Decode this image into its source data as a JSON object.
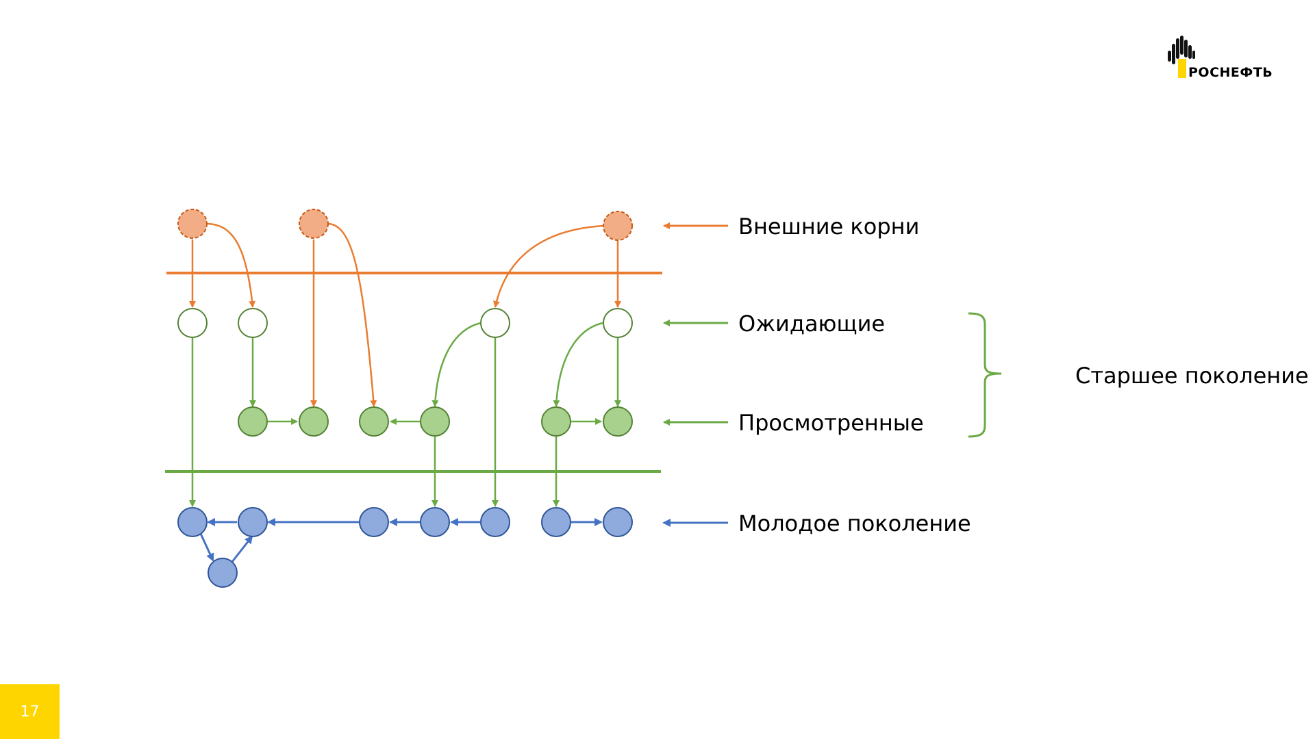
{
  "colors": {
    "orange": "#E97C30",
    "orange_fill": "#F3AD86",
    "green": "#6AAA45",
    "green_fill": "#A9D18E",
    "green_dark_stroke": "#548235",
    "blue": "#4472C4",
    "blue_fill": "#8FAADC",
    "blue_stroke": "#2F5597",
    "accent_yellow": "#FFD500"
  },
  "labels": {
    "external_roots": "Внешние корни",
    "waiting": "Ожидающие",
    "scanned": "Просмотренные",
    "young_generation": "Молодое поколение",
    "old_generation": "Старшее поколение"
  },
  "logo": {
    "text": "РОСНЕФТЬ"
  },
  "page": {
    "number": "17"
  }
}
